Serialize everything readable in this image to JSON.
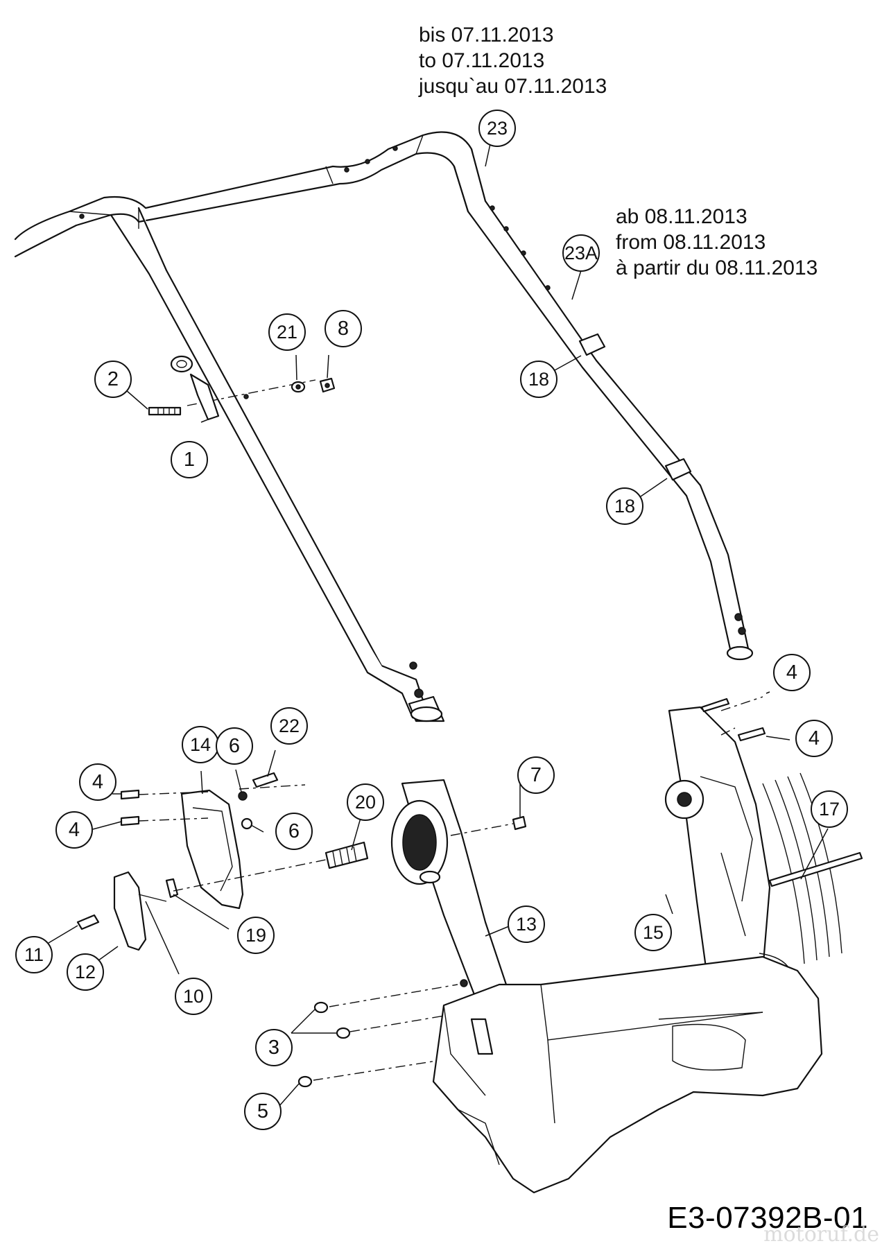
{
  "notes": {
    "before": [
      "bis 07.11.2013",
      "to 07.11.2013",
      "jusqu`au 07.11.2013"
    ],
    "after": [
      "ab 08.11.2013",
      "from 08.11.2013",
      "à partir du 08.11.2013"
    ]
  },
  "callouts": {
    "c1": "1",
    "c2": "2",
    "c3": "3",
    "c4a": "4",
    "c4b": "4",
    "c4c": "4",
    "c4d": "4",
    "c5": "5",
    "c6a": "6",
    "c6b": "6",
    "c7": "7",
    "c8": "8",
    "c10": "10",
    "c11": "11",
    "c12": "12",
    "c13": "13",
    "c14": "14",
    "c15": "15",
    "c17": "17",
    "c18a": "18",
    "c18b": "18",
    "c19": "19",
    "c20": "20",
    "c21": "21",
    "c22": "22",
    "c23": "23",
    "c23a": "23A"
  },
  "diagram_code": "E3-07392B-01",
  "watermark": "motoruf.de"
}
